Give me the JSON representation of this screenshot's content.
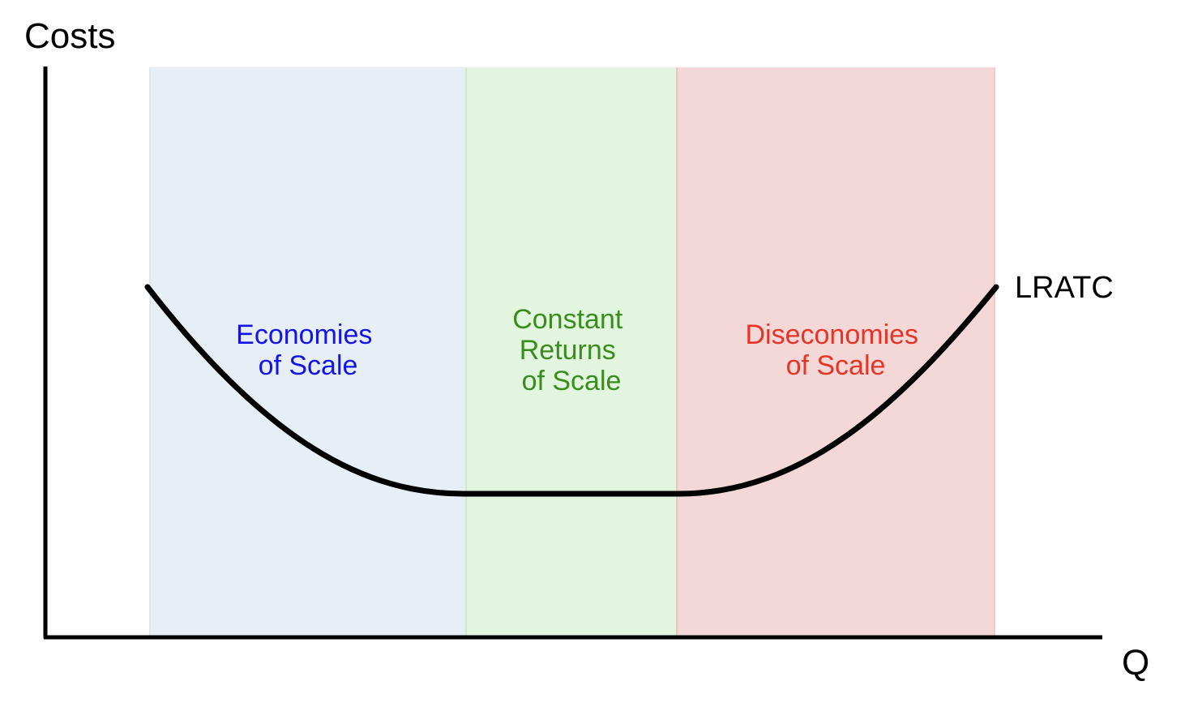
{
  "axes": {
    "y_label": "Costs",
    "x_label": "Q"
  },
  "curve": {
    "label": "LRATC"
  },
  "regions": [
    {
      "lines": [
        "Economies",
        "of Scale"
      ],
      "text_color": "#1414e6",
      "fill_color": "#e6eff6"
    },
    {
      "lines": [
        "Constant",
        "Returns",
        "of Scale"
      ],
      "text_color": "#3a8c1e",
      "fill_color": "#e2f5df"
    },
    {
      "lines": [
        "Diseconomies",
        "of Scale"
      ],
      "text_color": "#e63426",
      "fill_color": "#f4d8d8"
    }
  ]
}
